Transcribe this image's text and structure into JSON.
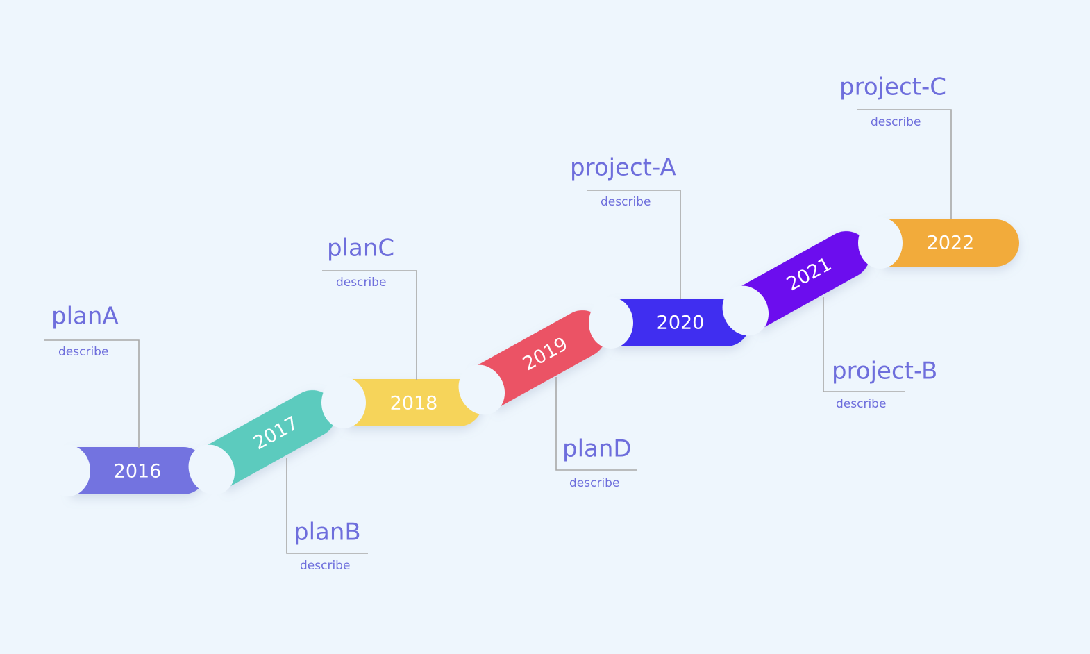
{
  "colors": {
    "background": "#eef6fd",
    "text": "#6e6edc",
    "leader_line": "#a8a8a8"
  },
  "milestones": [
    {
      "year": "2016",
      "title": "planA",
      "desc": "describe",
      "color": "#7373e0"
    },
    {
      "year": "2017",
      "title": "planB",
      "desc": "describe",
      "color": "#5ccbbe"
    },
    {
      "year": "2018",
      "title": "planC",
      "desc": "describe",
      "color": "#f6d45a"
    },
    {
      "year": "2019",
      "title": "planD",
      "desc": "describe",
      "color": "#eb5265"
    },
    {
      "year": "2020",
      "title": "project-A",
      "desc": "describe",
      "color": "#3f2ef0"
    },
    {
      "year": "2021",
      "title": "project-B",
      "desc": "describe",
      "color": "#6c10ee"
    },
    {
      "year": "2022",
      "title": "project-C",
      "desc": "describe",
      "color": "#f2ab3a"
    }
  ]
}
